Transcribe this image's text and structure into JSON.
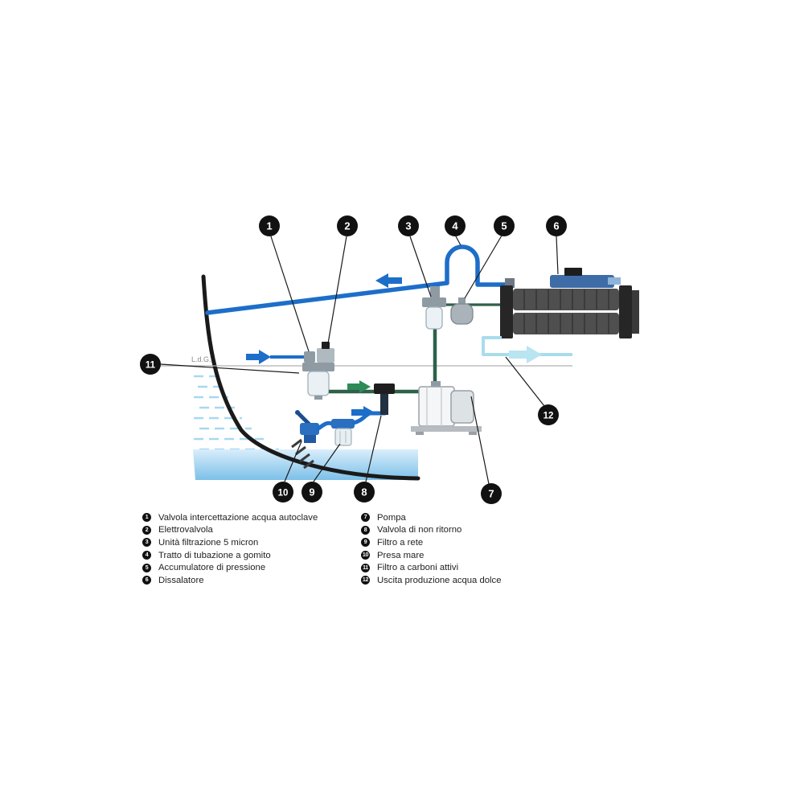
{
  "waterline_label": "L.d.G.",
  "callouts": [
    "1",
    "2",
    "3",
    "4",
    "5",
    "6",
    "7",
    "8",
    "9",
    "10",
    "11",
    "12"
  ],
  "legend": {
    "items": [
      {
        "num": "1",
        "label": "Valvola intercettazione acqua autoclave"
      },
      {
        "num": "2",
        "label": "Elettrovalvola"
      },
      {
        "num": "3",
        "label": "Unità filtrazione 5 micron"
      },
      {
        "num": "4",
        "label": "Tratto di tubazione a gomito"
      },
      {
        "num": "5",
        "label": "Accumulatore di pressione"
      },
      {
        "num": "6",
        "label": "Dissalatore"
      },
      {
        "num": "7",
        "label": "Pompa"
      },
      {
        "num": "8",
        "label": "Valvola di non ritorno"
      },
      {
        "num": "9",
        "label": "Filtro a rete"
      },
      {
        "num": "10",
        "label": "Presa mare"
      },
      {
        "num": "11",
        "label": "Filtro a carboni attivi"
      },
      {
        "num": "12",
        "label": "Uscita produzione acqua dolce"
      }
    ]
  },
  "colors": {
    "pipe_blue": "#1d6ec9",
    "pipe_green": "#2f6049",
    "arrow_green": "#2e8b57",
    "product_water": "#a9dced",
    "product_arrow": "#b9e4f1",
    "sea_water_light": "#d9eefb",
    "sea_water_deep": "#7cc0e8",
    "callout": "#111111"
  }
}
